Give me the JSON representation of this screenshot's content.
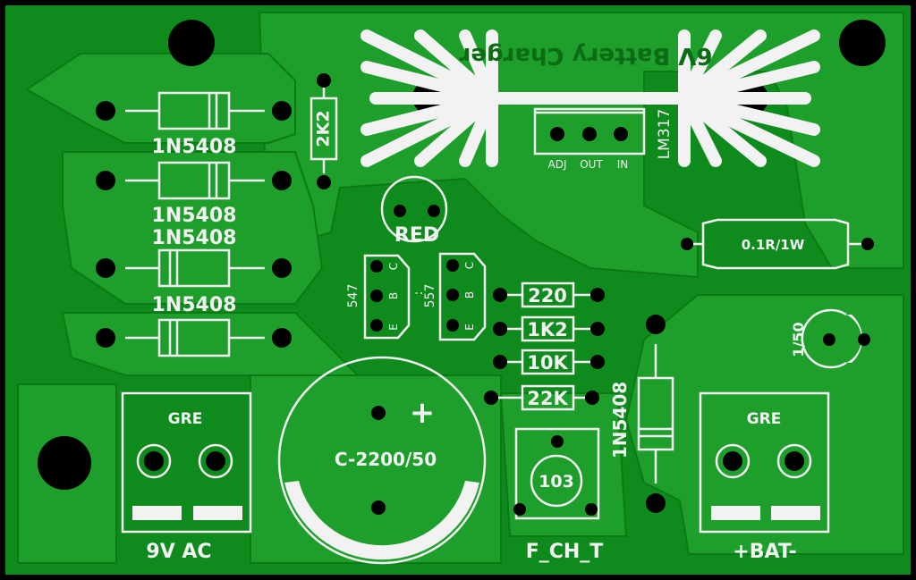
{
  "board_title": "6V Battery Charger",
  "colors": {
    "board": "#0f8a1c",
    "copper": "#1e9e2a",
    "silk": "#f2f2f2",
    "pad": "#000000",
    "border": "#000000"
  },
  "diodes": [
    "1N5408",
    "1N5408",
    "1N5408",
    "1N5408",
    "1N5408"
  ],
  "resistors": {
    "r_2k2": "2K2",
    "r_220": "220",
    "r_1k2": "1K2",
    "r_10k": "10K",
    "r_22k": "22K",
    "r_shunt": "0.1R/1W"
  },
  "regulator": {
    "name": "LM317",
    "pins": [
      "ADJ",
      "OUT",
      "IN"
    ]
  },
  "led": "RED",
  "transistors": [
    {
      "name": "547",
      "pins": [
        "C",
        "B",
        "E"
      ]
    },
    {
      "name": "557",
      "pins": [
        "C",
        "B",
        "E"
      ]
    }
  ],
  "transistor_separator": ":",
  "capacitor_main": "C-2200/50",
  "capacitor_plus": "+",
  "capacitor_small": "1/50",
  "trimmer": {
    "value": "103",
    "label": "F_CH_T"
  },
  "terminals": [
    {
      "tag": "GRE",
      "label": "9V AC"
    },
    {
      "tag": "GRE",
      "label": "+BAT-"
    }
  ]
}
